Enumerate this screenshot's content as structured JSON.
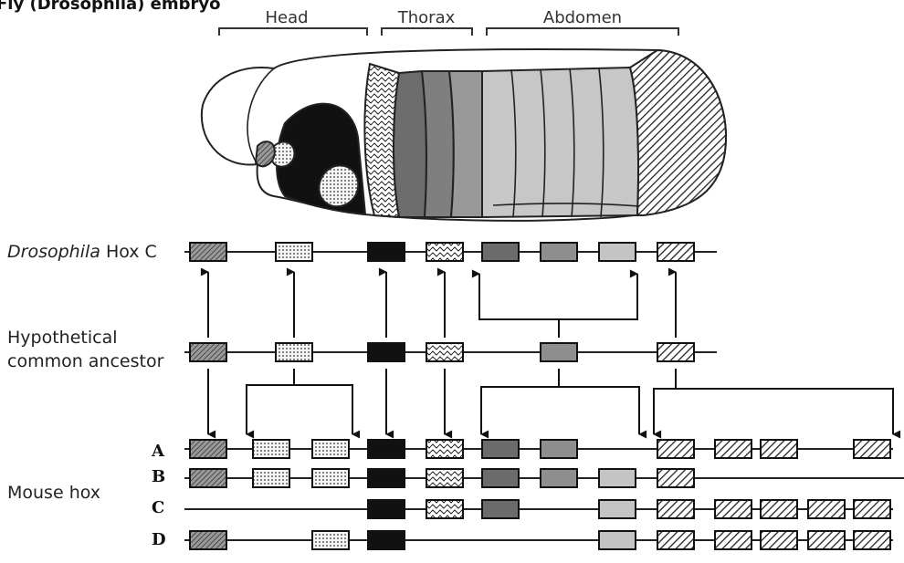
{
  "title": "Fly (Drosophila) embryo",
  "regions": {
    "head": "Head",
    "thorax": "Thorax",
    "abdomen": "Abdomen"
  },
  "labels": {
    "drosophila_italic": "Drosophila",
    "drosophila_rest": " Hox C",
    "ancestor_line1": "Hypothetical",
    "ancestor_line2": "common ancestor",
    "mouse": "Mouse hox"
  },
  "mouse_rows": [
    "A",
    "B",
    "C",
    "D"
  ],
  "colors": {
    "black": "#111111",
    "dark_gray": "#6b6b6b",
    "mid_gray": "#8e8e8e",
    "light_gray": "#c4c4c4",
    "hatch": "#555555"
  },
  "gene_styles": [
    "fine-hatch",
    "dots",
    "black",
    "wavy",
    "dark-gray",
    "mid-gray",
    "light-gray",
    "diagonal-hatch"
  ],
  "tracks": {
    "drosophila": [
      0,
      1,
      2,
      3,
      4,
      5,
      6,
      7
    ],
    "ancestor": [
      0,
      1,
      2,
      3,
      5,
      7
    ],
    "mouse": {
      "A": [
        0,
        1,
        1,
        2,
        3,
        4,
        5,
        7,
        7,
        7,
        7
      ],
      "B": [
        0,
        1,
        1,
        2,
        3,
        4,
        5,
        6,
        7
      ],
      "C": [
        2,
        3,
        4,
        6,
        7,
        7,
        7,
        7,
        7
      ],
      "D": [
        0,
        1,
        2,
        6,
        7,
        7,
        7,
        7,
        7
      ]
    }
  }
}
